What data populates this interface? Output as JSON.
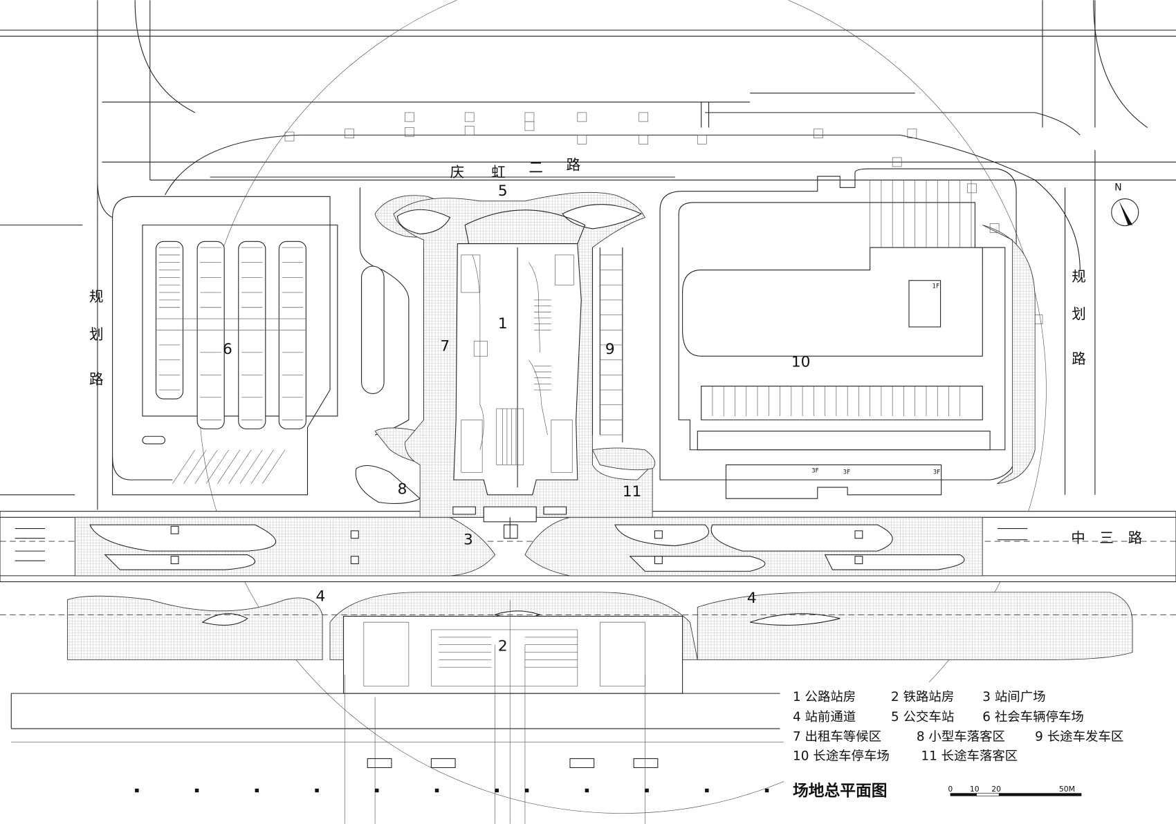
{
  "title": "场地总平面图",
  "roads": {
    "north": [
      "庆",
      "虹",
      "二",
      "路"
    ],
    "west": [
      "规",
      "划",
      "路"
    ],
    "east": [
      "规",
      "划",
      "路"
    ],
    "south": [
      "中",
      "三",
      "路"
    ]
  },
  "zone_markers": {
    "z1": "1",
    "z2": "2",
    "z3": "3",
    "z4a": "4",
    "z4b": "4",
    "z5": "5",
    "z6": "6",
    "z7": "7",
    "z8": "8",
    "z9": "9",
    "z10": "10",
    "z11": "11"
  },
  "floor_tags": {
    "f1": "1F",
    "f3a": "3F",
    "f3b": "3F",
    "f3c": "3F"
  },
  "compass": {
    "label": "N"
  },
  "legend": [
    [
      "1  公路站房",
      "2  铁路站房",
      "3  站间广场"
    ],
    [
      "4  站前通道",
      "5  公交车站",
      "6  社会车辆停车场"
    ],
    [
      "7  出租车等候区",
      "8  小型车落客区",
      "9  长途车发车区"
    ],
    [
      "10  长途车停车场",
      "11  长途车落客区"
    ]
  ],
  "scale_bar": {
    "t0": "0",
    "t10": "10",
    "t20": "20",
    "t50": "50M"
  }
}
